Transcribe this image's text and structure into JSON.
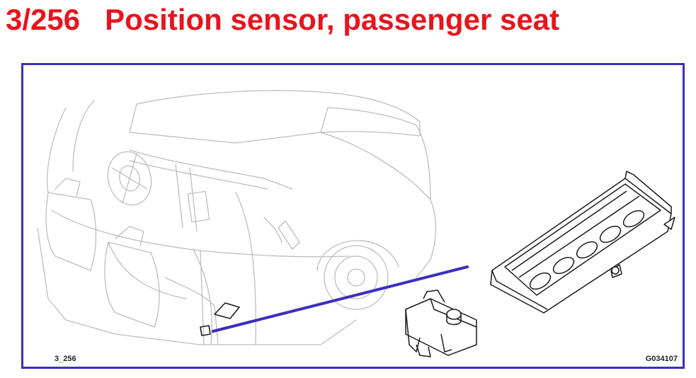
{
  "header": {
    "title": "3/256   Position sensor, passenger seat"
  },
  "diagram": {
    "ref_code": "3_256",
    "figure_code": "G034107"
  },
  "colors": {
    "title": "#e8141d",
    "frame_border": "#3a2fbf",
    "leader_line": "#3a2fbf",
    "car_outline": "#bdbdbd",
    "part_outline": "#1a1a1a"
  }
}
